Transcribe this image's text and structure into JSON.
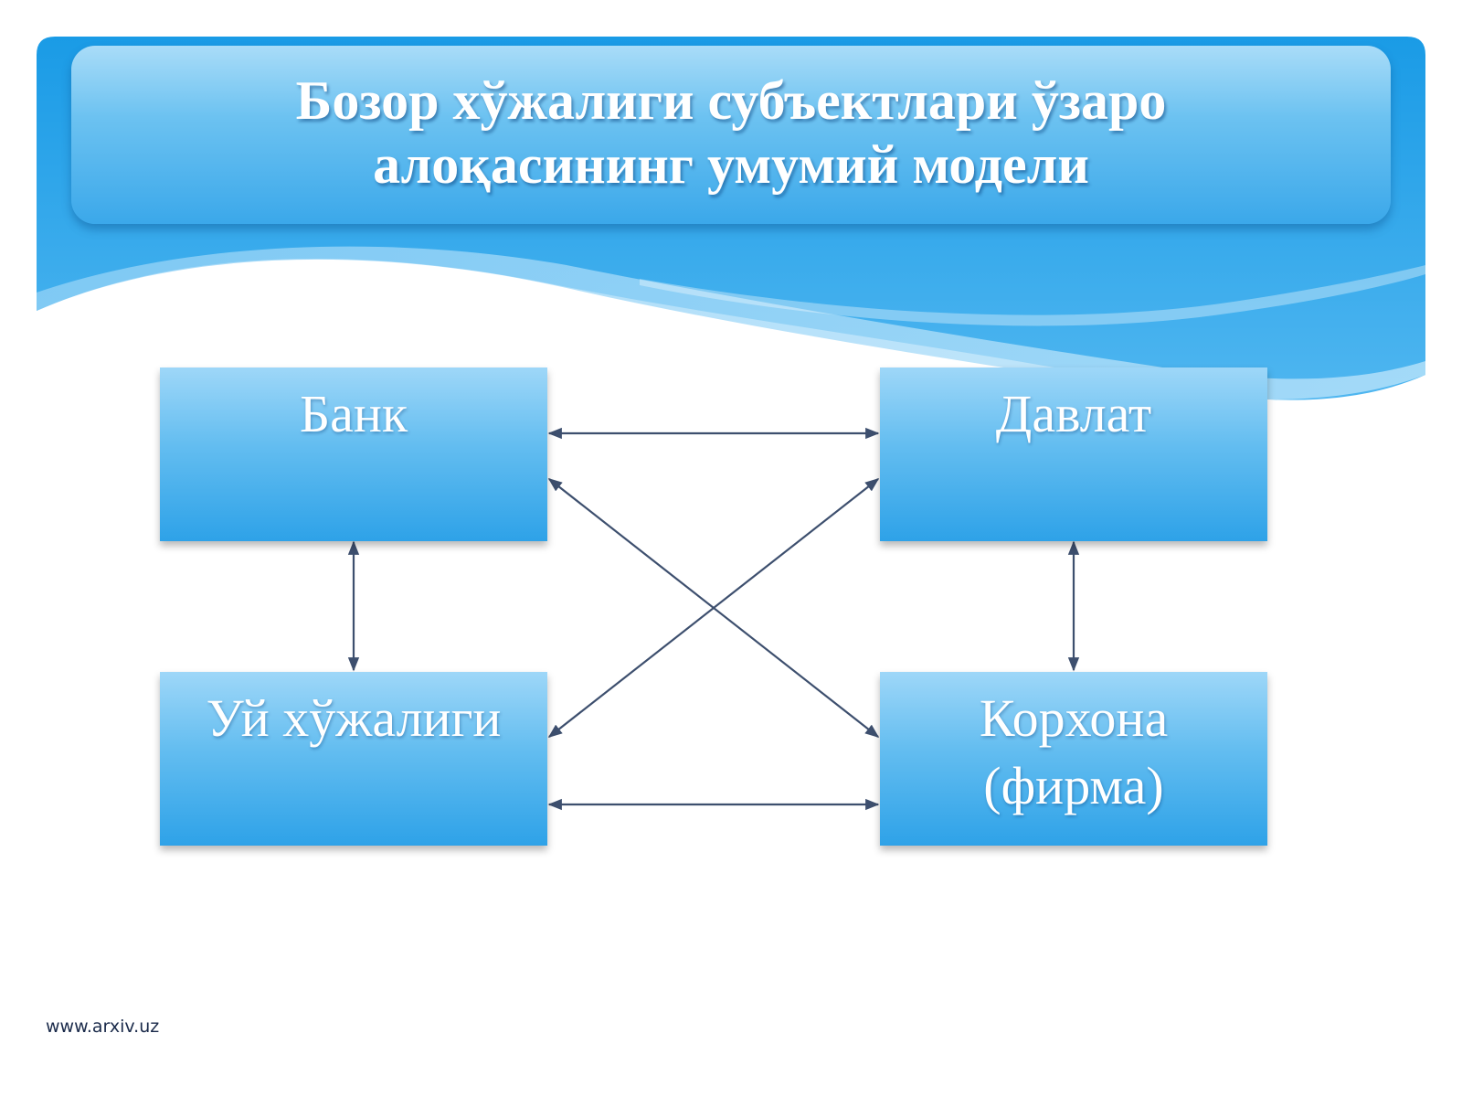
{
  "title": {
    "line1": "Бозор хўжалиги субъектлари ўзаро",
    "line2": "алоқасининг умумий модели"
  },
  "nodes": {
    "bank": "Банк",
    "state": "Давлат",
    "household": "Уй хўжалиги",
    "firm_line1": "Корхона",
    "firm_line2": "(фирма)"
  },
  "edges": [
    {
      "from": "Банк",
      "to": "Давлат",
      "direction": "both"
    },
    {
      "from": "Банк",
      "to": "Уй хўжалиги",
      "direction": "both"
    },
    {
      "from": "Давлат",
      "to": "Корхона (фирма)",
      "direction": "both"
    },
    {
      "from": "Уй хўжалиги",
      "to": "Корхона (фирма)",
      "direction": "both"
    },
    {
      "from": "Банк",
      "to": "Корхона (фирма)",
      "direction": "both"
    },
    {
      "from": "Давлат",
      "to": "Уй хўжалиги",
      "direction": "both"
    }
  ],
  "footer": "www.arxiv.uz",
  "colors": {
    "header_blue": "#1a9be6",
    "box_blue": "#3ba8ea",
    "arrow": "#3d4f6e"
  }
}
